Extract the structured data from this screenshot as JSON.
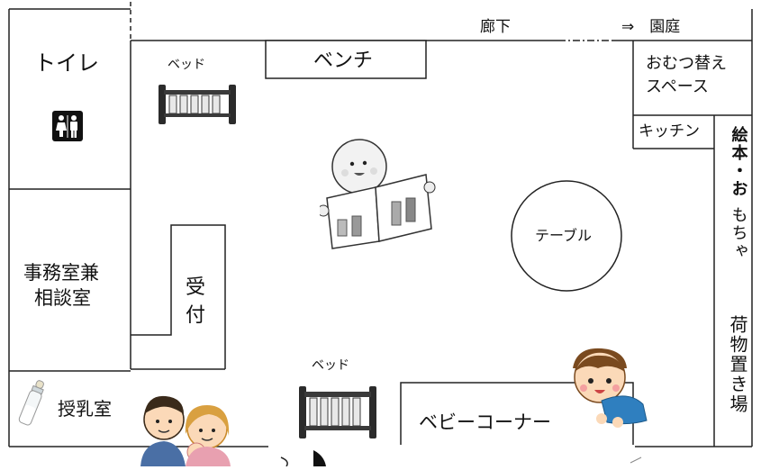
{
  "rooms": {
    "corridor": "廊下",
    "garden": "⇒　園庭",
    "toilet": "トイレ",
    "office_line1": "事務室兼",
    "office_line2": "相談室",
    "nursing": "授乳室",
    "reception": "受付",
    "diaper_line1": "おむつ替え",
    "diaper_line2": "スペース",
    "kitchen": "キッチン",
    "books_bold": "絵本・お",
    "books_rest": "もちゃ",
    "luggage": "荷物置き場",
    "bed_top": "ベッド",
    "bed_bottom": "ベッド",
    "bench": "ベンチ",
    "table": "テーブル",
    "baby_corner": "ベビーコーナー"
  },
  "icons": [
    "restroom-icon",
    "crib-icon",
    "baby-bottle-icon",
    "baby-reading-illustration",
    "crawling-baby-illustration",
    "family-illustration"
  ]
}
